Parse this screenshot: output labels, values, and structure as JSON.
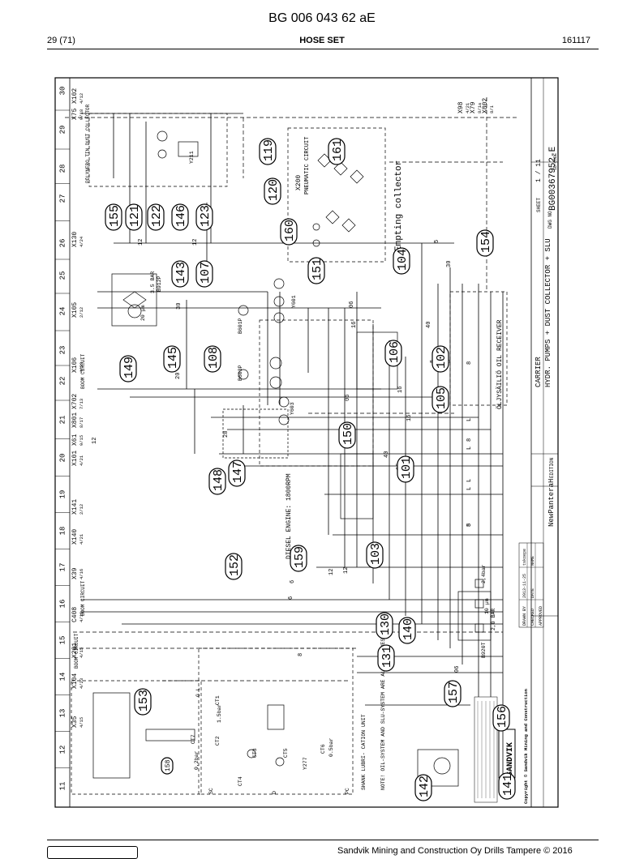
{
  "header": {
    "doc_title": "BG 006 043 62 aE",
    "page": "29 (71)",
    "section": "HOSE SET",
    "date_code": "161117"
  },
  "footer": {
    "copyright": "Sandvik Mining and Construction Oy Drills Tampere © 2016"
  },
  "grid_numbers": [
    "30",
    "29",
    "28",
    "27",
    "26",
    "25",
    "24",
    "23",
    "22",
    "21",
    "20",
    "19",
    "18",
    "17",
    "16",
    "15",
    "14",
    "13",
    "12",
    "11"
  ],
  "connectors": [
    {
      "id": "X102",
      "ref": "4/12"
    },
    {
      "id": "X75",
      "ref": "9/18"
    },
    {
      "id": "X130",
      "ref": "4/24"
    },
    {
      "id": "X105",
      "ref": "2/12"
    },
    {
      "id": "X106",
      "ref": "4/23"
    },
    {
      "id": "X702",
      "ref": "7/13"
    },
    {
      "id": "X801",
      "ref": "8/17"
    },
    {
      "id": "X61",
      "ref": "9/15"
    },
    {
      "id": "X101",
      "ref": "4/21"
    },
    {
      "id": "X141",
      "ref": "2/12"
    },
    {
      "id": "X140",
      "ref": "4/21"
    },
    {
      "id": "X39",
      "ref": "4/16"
    },
    {
      "id": "C408",
      "ref": "4/16"
    },
    {
      "id": "X201",
      "ref": "4/15"
    },
    {
      "id": "X104",
      "ref": "4/23"
    },
    {
      "id": "X35",
      "ref": "4/15"
    },
    {
      "id": "X98",
      "ref": "4/21"
    },
    {
      "id": "X79",
      "ref": "8/1a"
    },
    {
      "id": "X802",
      "ref": "8/1"
    },
    {
      "id": "X200",
      "ref": ""
    }
  ],
  "circuit_labels": {
    "dust_collector": "PÖLYNERO TIN\nDUST COLLECTOR",
    "boom_circuit_a": "BOOM CIRCUIT",
    "boom_circuit_b": "BOOM CIRCUIT",
    "boom_circuit_c": "BOOM CIRCUIT",
    "pneumatic_circuit": "PNEUMATIC\nCIRCUIT",
    "empting_collector": "Empting collector",
    "diesel_engine": "DIESEL ENGINE: 1800RPM",
    "oil_receiver": "ÖLJYSÄILIÖ\nOIL RECEIVER",
    "carrier": "CARRIER",
    "hydr_pumps": "HYDR. PUMPS + DUST COLLECTOR + SLU",
    "shank_lubrication": "SHANK LUBRI-\nCATION UNIT",
    "note_oil": "NOTE! OIL-SYSTEM AND\nSLU-SYSTEM ARE ALTERNATIVES",
    "newpantera": "NewPanteraH",
    "edition": "EDITION",
    "sandvik": "SANDVIK",
    "copyright_sandvik": "Copyright © Sandvik Mining and Construction",
    "dwg_no": "BG00367952-E",
    "sheet": "1 / 11",
    "dwg_no_label": "DWG NO",
    "sheet_label": "SHEET",
    "id_code": "ID-CODE"
  },
  "title_block": {
    "name_label": "NAME",
    "date_label": "DATE",
    "drawn_by": "DRAWN BY",
    "checked": "CHECKED",
    "approved": "APPROVED",
    "drawn_date": "2013-11-25",
    "drawn_name": "tskoepe"
  },
  "component_labels": {
    "b601p": "B601P",
    "b603p": "B603P",
    "b920t": "B920T",
    "b912p": "B912P",
    "bar_35": "3.5 BAR",
    "bar_20": "2,0 BAR",
    "bar_2": "2,4bar",
    "um_10": "10 µm",
    "um_20": "20 µm",
    "y211": "Y211",
    "y277": "Y277",
    "y601": "Y601",
    "y603": "Y603",
    "ct1": "CT1",
    "ct2": "CT2",
    "ct3": "CT3",
    "ct4": "CT4",
    "ct5": "CT5",
    "ct6": "CT6",
    "ct7": "CT7",
    "sc": "SC",
    "pc": "PC",
    "d_lbl": "D",
    "bar_05": "0.5bar",
    "bar_02": "0,2bar",
    "bar_15": "1.5bar",
    "gl": "G L"
  },
  "hose_numbers": [
    "155",
    "121",
    "122",
    "146",
    "123",
    "120",
    "119",
    "161",
    "160",
    "143",
    "107",
    "151",
    "104",
    "154",
    "149",
    "145",
    "108",
    "106",
    "102",
    "105",
    "150",
    "148",
    "147",
    "101",
    "152",
    "159",
    "103",
    "130",
    "131",
    "140",
    "153",
    "158",
    "157",
    "156",
    "142",
    "141"
  ],
  "line_numbers": [
    "12",
    "12",
    "12",
    "12",
    "16",
    "16",
    "16",
    "16",
    "06",
    "06",
    "06",
    "40",
    "40",
    "6",
    "6",
    "8",
    "8",
    "8",
    "8",
    "L",
    "L",
    "L",
    "L",
    "5",
    "5",
    "5",
    "5",
    "30",
    "30",
    "20",
    "28",
    "12"
  ]
}
